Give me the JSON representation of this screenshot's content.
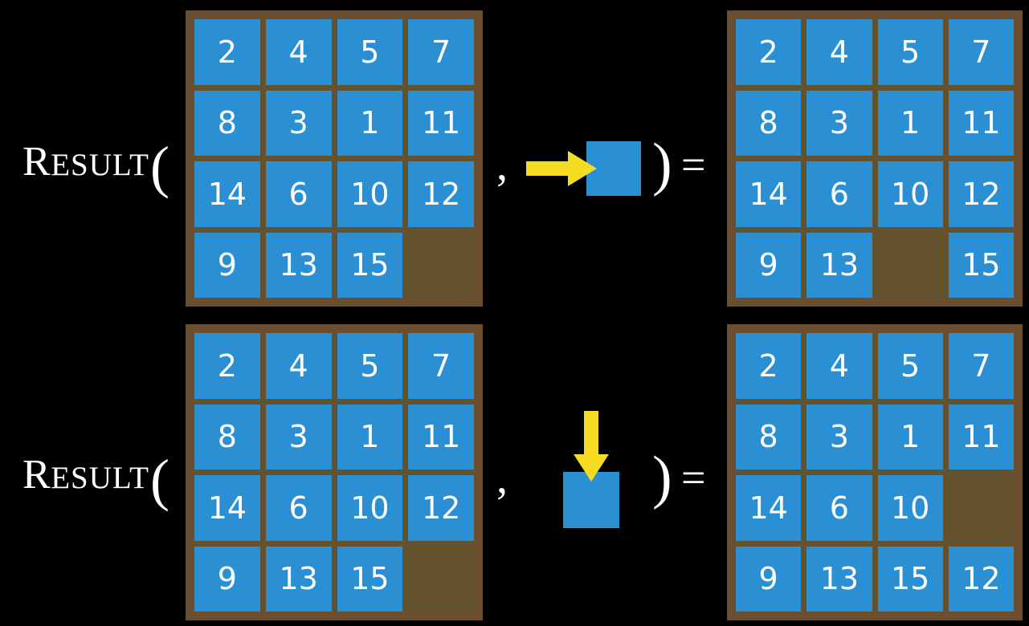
{
  "page": {
    "background_color": "#000000",
    "tile_color": "#2b8fd4",
    "board_frame_color": "#6b4e2e",
    "board_inner_color": "#64522f",
    "arrow_color": "#f5dc22",
    "text_color": "#ffffff"
  },
  "rows": [
    {
      "id": "row-1",
      "label": {
        "cap": "R",
        "smallcaps": "ESULT",
        "paren_open": "(",
        "full_text": "RESULT("
      },
      "separator_comma": ",",
      "paren_close": ")",
      "equals": "=",
      "input_board": {
        "name": "input-board-row-1",
        "rows": 4,
        "cols": 4,
        "cells": [
          [
            "2",
            "4",
            "5",
            "7"
          ],
          [
            "8",
            "3",
            "1",
            "11"
          ],
          [
            "14",
            "6",
            "10",
            "12"
          ],
          [
            "9",
            "13",
            "15",
            ""
          ]
        ],
        "blank_position": {
          "row": 4,
          "col": 4
        }
      },
      "action": {
        "name": "move-right-action",
        "arrow_direction": "right",
        "arrow_icon": "arrow-right-icon",
        "square_label": "",
        "description": "right"
      },
      "output_board": {
        "name": "output-board-row-1",
        "rows": 4,
        "cols": 4,
        "cells": [
          [
            "2",
            "4",
            "5",
            "7"
          ],
          [
            "8",
            "3",
            "1",
            "11"
          ],
          [
            "14",
            "6",
            "10",
            "12"
          ],
          [
            "9",
            "13",
            "",
            "15"
          ]
        ],
        "blank_position": {
          "row": 4,
          "col": 3
        }
      }
    },
    {
      "id": "row-2",
      "label": {
        "cap": "R",
        "smallcaps": "ESULT",
        "paren_open": "(",
        "full_text": "RESULT("
      },
      "separator_comma": ",",
      "paren_close": ")",
      "equals": "=",
      "input_board": {
        "name": "input-board-row-2",
        "rows": 4,
        "cols": 4,
        "cells": [
          [
            "2",
            "4",
            "5",
            "7"
          ],
          [
            "8",
            "3",
            "1",
            "11"
          ],
          [
            "14",
            "6",
            "10",
            "12"
          ],
          [
            "9",
            "13",
            "15",
            ""
          ]
        ],
        "blank_position": {
          "row": 4,
          "col": 4
        }
      },
      "action": {
        "name": "move-down-action",
        "arrow_direction": "down",
        "arrow_icon": "arrow-down-icon",
        "square_label": "",
        "description": "down"
      },
      "output_board": {
        "name": "output-board-row-2",
        "rows": 4,
        "cols": 4,
        "cells": [
          [
            "2",
            "4",
            "5",
            "7"
          ],
          [
            "8",
            "3",
            "1",
            "11"
          ],
          [
            "14",
            "6",
            "10",
            ""
          ],
          [
            "9",
            "13",
            "15",
            "12"
          ]
        ],
        "blank_position": {
          "row": 3,
          "col": 4
        }
      }
    }
  ]
}
